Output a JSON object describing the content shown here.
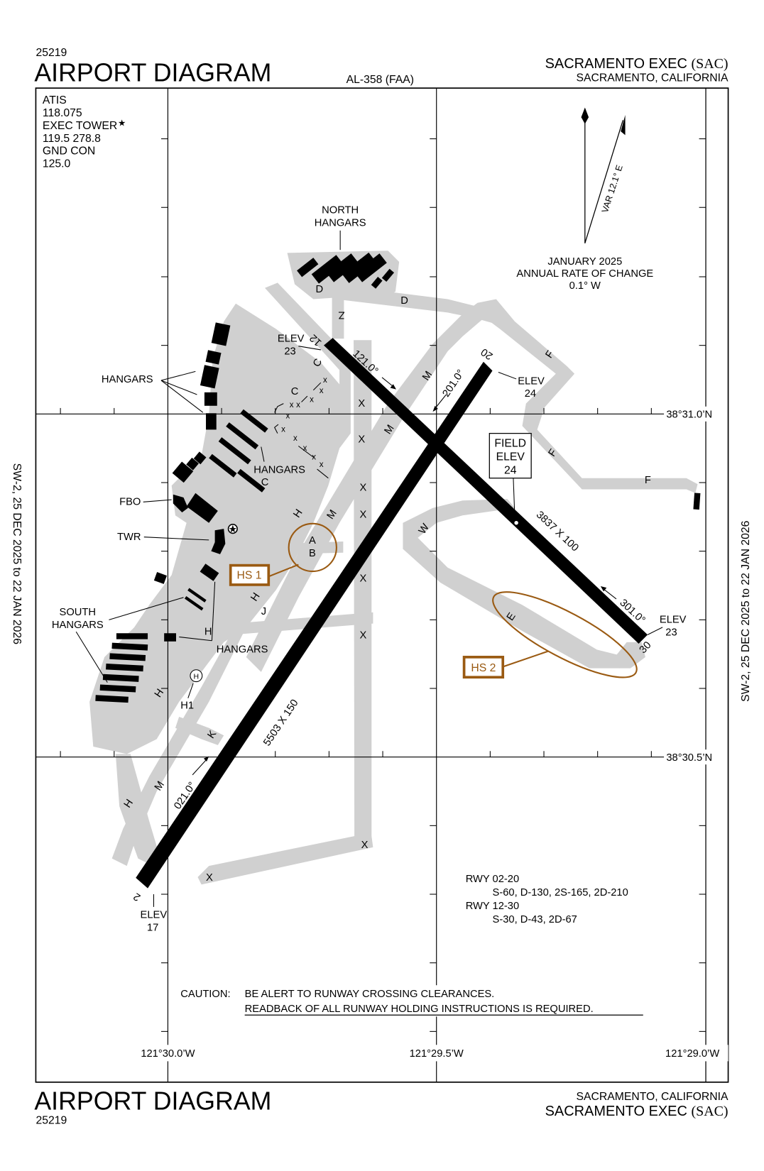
{
  "header": {
    "chart_number": "25219",
    "title": "AIRPORT DIAGRAM",
    "procedure_id": "AL-358 (FAA)",
    "airport_name": "SACRAMENTO EXEC",
    "airport_id": "(SAC)",
    "city_state": "SACRAMENTO, CALIFORNIA"
  },
  "footer": {
    "title": "AIRPORT DIAGRAM",
    "chart_number": "25219",
    "city_state": "SACRAMENTO, CALIFORNIA",
    "airport_name": "SACRAMENTO EXEC",
    "airport_id": "(SAC)"
  },
  "side_margin": {
    "left": "SW-2,  25 DEC 2025  to  22 JAN 2026",
    "right": "SW-2,  25 DEC 2025  to  22 JAN 2026"
  },
  "comms": {
    "lines": [
      "ATIS",
      "118.075",
      "EXEC TOWER",
      "119.5 278.8",
      "GND CON",
      "125.0"
    ],
    "tower_symbol": "★"
  },
  "magnetic_variation": {
    "var_label": "VAR 12.1° E",
    "date": "JANUARY 2025",
    "rate_label": "ANNUAL RATE OF CHANGE",
    "rate_value": "0.1° W"
  },
  "coordinates": {
    "lat_north": "38°31.0’N",
    "lat_south": "38°30.5’N",
    "lon_west": "121°30.0’W",
    "lon_mid": "121°29.5’W",
    "lon_east": "121°29.0’W"
  },
  "runways": [
    {
      "id": "02-20",
      "dimensions": "5503 X 150",
      "end_a": {
        "number": "2",
        "heading": "021.0°",
        "elev_label": "ELEV",
        "elev": "17"
      },
      "end_b": {
        "number": "20",
        "heading": "201.0°",
        "elev_label": "ELEV",
        "elev": "24"
      }
    },
    {
      "id": "12-30",
      "dimensions": "3837 X 100",
      "end_a": {
        "number": "12",
        "heading": "121.0°",
        "elev_label": "ELEV",
        "elev": "23"
      },
      "end_b": {
        "number": "30",
        "heading": "301.0°",
        "elev_label": "ELEV",
        "elev": "23"
      }
    }
  ],
  "field_elev": {
    "line1": "FIELD",
    "line2": "ELEV",
    "value": "24"
  },
  "hot_spots": [
    {
      "label": "HS 1",
      "color": "#9a5a12"
    },
    {
      "label": "HS 2",
      "color": "#9a5a12"
    }
  ],
  "labels": {
    "north_hangars_1": "NORTH",
    "north_hangars_2": "HANGARS",
    "hangars": "HANGARS",
    "south_hangars_1": "SOUTH",
    "south_hangars_2": "HANGARS",
    "fbo": "FBO",
    "twr": "TWR",
    "heliport": "H1",
    "heliport_symbol": "H"
  },
  "taxiways": [
    "A",
    "B",
    "C",
    "D",
    "E",
    "F",
    "H",
    "J",
    "K",
    "M",
    "W",
    "X",
    "Z"
  ],
  "taxiway_labels": {
    "A": "A",
    "B": "B",
    "C": "C",
    "D": "D",
    "E": "E",
    "F": "F",
    "H": "H",
    "J": "J",
    "K": "K",
    "M": "M",
    "W": "W",
    "X": "X",
    "Z": "Z",
    "closed": "x"
  },
  "bearing_strength": {
    "rwy1": "RWY 02-20",
    "rwy1_values": "S-60, D-130, 2S-165, 2D-210",
    "rwy2": "RWY 12-30",
    "rwy2_values": "S-30, D-43, 2D-67"
  },
  "caution": {
    "prefix": "CAUTION:",
    "line1": "BE ALERT TO RUNWAY CROSSING CLEARANCES.",
    "line2": "READBACK OF ALL RUNWAY HOLDING INSTRUCTIONS IS REQUIRED."
  },
  "colors": {
    "pavement": "#d0d0d0",
    "runway": "#000000",
    "hotspot": "#9a5a12",
    "grid": "#000000"
  }
}
